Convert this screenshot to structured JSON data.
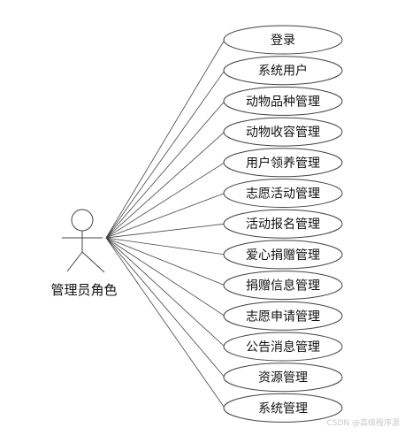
{
  "actor": {
    "label": "管理员角色"
  },
  "use_cases": [
    {
      "label": "登录"
    },
    {
      "label": "系统用户"
    },
    {
      "label": "动物品种管理"
    },
    {
      "label": "动物收容管理"
    },
    {
      "label": "用户领养管理"
    },
    {
      "label": "志愿活动管理"
    },
    {
      "label": "活动报名管理"
    },
    {
      "label": "爱心捐赠管理"
    },
    {
      "label": "捐赠信息管理"
    },
    {
      "label": "志愿申请管理"
    },
    {
      "label": "公告消息管理"
    },
    {
      "label": "资源管理"
    },
    {
      "label": "系统管理"
    }
  ],
  "watermark": {
    "text": "CSDN @高级程序源"
  },
  "colors": {
    "line": "#444444",
    "background": "#ffffff",
    "watermark": "#c8c8c8"
  }
}
